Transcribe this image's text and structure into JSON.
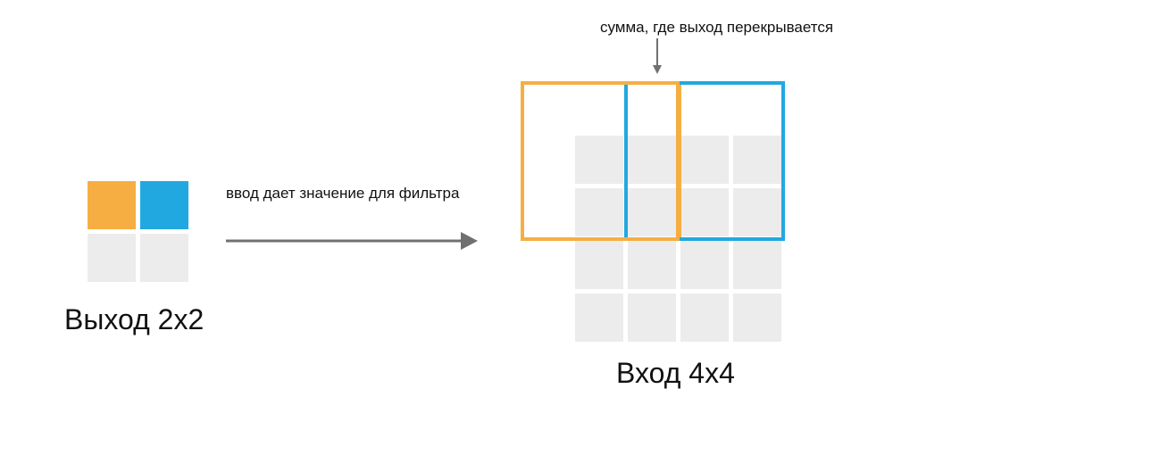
{
  "output_label": "Выход 2x2",
  "input_label": "Вход 4x4",
  "arrow_label": "ввод дает значение для фильтра",
  "overlap_label": "сумма, где выход перекрывается",
  "colors": {
    "orange": "#f6ae43",
    "blue": "#22a8e0",
    "cell": "#ececec",
    "arrow": "#707070"
  }
}
